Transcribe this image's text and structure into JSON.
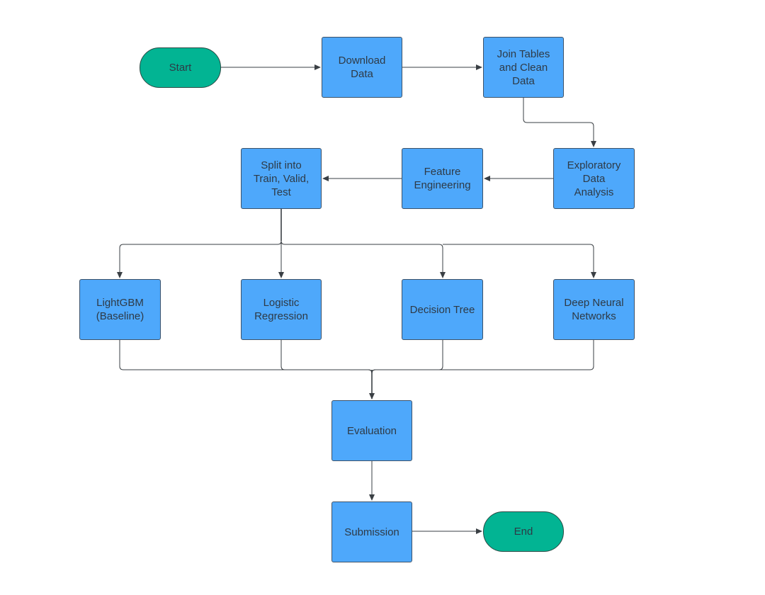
{
  "colors": {
    "process_fill": "#4ea8fb",
    "terminal_fill": "#02b493",
    "line": "#3a3f44"
  },
  "nodes": {
    "start": "Start",
    "download": "Download\nData",
    "join": "Join Tables\nand Clean\nData",
    "eda": "Exploratory\nData\nAnalysis",
    "feature": "Feature\nEngineering",
    "split": "Split into\nTrain, Valid,\nTest",
    "lightgbm": "LightGBM\n(Baseline)",
    "logistic": "Logistic\nRegression",
    "tree": "Decision Tree",
    "dnn": "Deep Neural\nNetworks",
    "evaluation": "Evaluation",
    "submission": "Submission",
    "end": "End"
  }
}
